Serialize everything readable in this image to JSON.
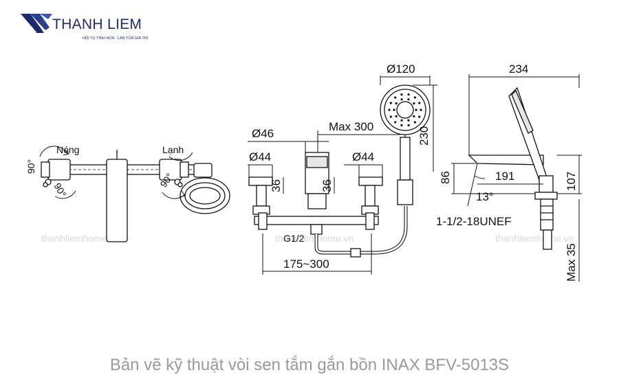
{
  "brand": {
    "name": "THANH LIEM",
    "tagline": "HỘI TỤ TINH HOA - LAN TỎA GIÁ TRỊ",
    "color": "#1f2a6b"
  },
  "labels": {
    "hot": "Nóng",
    "cold": "Lạnh",
    "d_head": "Ø120",
    "d_spout": "Ø46",
    "d_handle_left": "Ø44",
    "d_handle_right": "Ø44",
    "max_300": "Max 300",
    "h_230": "230",
    "h_36_left": "36",
    "h_36_right": "36",
    "thread_g": "G1/2",
    "span": "175~300",
    "w_234": "234",
    "l_191": "191",
    "h_86": "86",
    "h_107": "107",
    "angle": "13°",
    "thread_unef": "1-1/2-18UNEF",
    "max_35": "Max 35"
  },
  "watermark": "thanhliemhome.vn",
  "caption": "Bản vẽ kỹ thuật vòi sen tắm gắn bồn INAX BFV-5013S"
}
